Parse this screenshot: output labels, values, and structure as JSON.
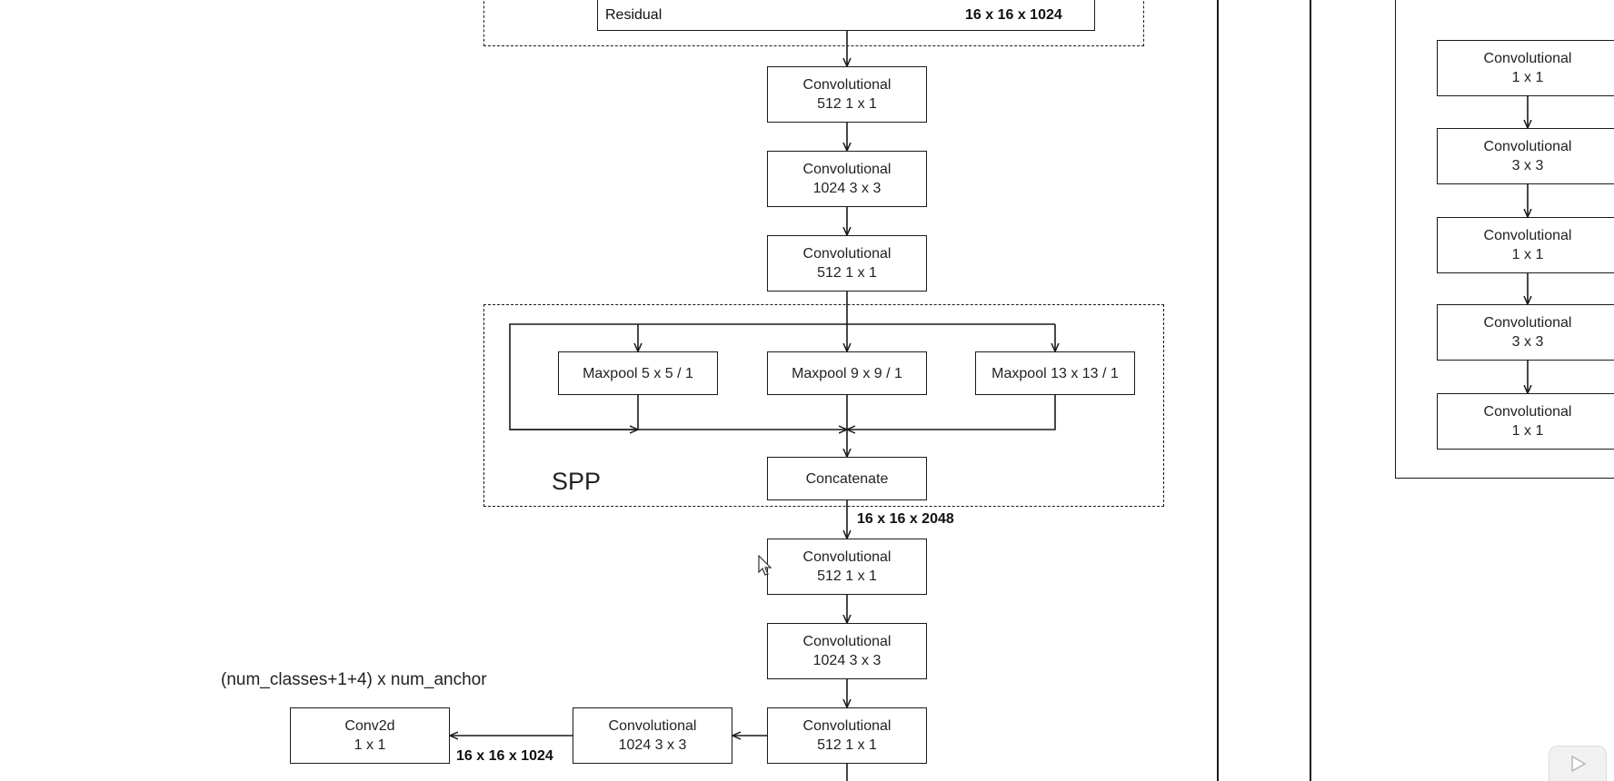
{
  "residual": {
    "label": "Residual",
    "shape": "16 x 16 x 1024"
  },
  "main_column": [
    {
      "id": "conv-a",
      "line1": "Convolutional",
      "line2": "512   1 x 1"
    },
    {
      "id": "conv-b",
      "line1": "Convolutional",
      "line2": "1024   3 x 3"
    },
    {
      "id": "conv-c",
      "line1": "Convolutional",
      "line2": "512   1 x 1"
    }
  ],
  "spp": {
    "label": "SPP",
    "maxpools": [
      "Maxpool  5 x 5 / 1",
      "Maxpool  9 x 9 / 1",
      "Maxpool  13 x 13 / 1"
    ],
    "concat": "Concatenate",
    "output_shape": "16 x 16 x 2048"
  },
  "post_spp": [
    {
      "id": "conv-d",
      "line1": "Convolutional",
      "line2": "512   1 x 1"
    },
    {
      "id": "conv-e",
      "line1": "Convolutional",
      "line2": "1024   3 x 3"
    },
    {
      "id": "conv-f",
      "line1": "Convolutional",
      "line2": "512   1 x 1"
    }
  ],
  "head": {
    "conv": {
      "line1": "Convolutional",
      "line2": "1024   3 x 3"
    },
    "conv2d": {
      "line1": "Conv2d",
      "line2": "1 x 1"
    },
    "shape": "16 x 16 x 1024",
    "output_note": "(num_classes+1+4) x num_anchor"
  },
  "right_column": [
    {
      "line1": "Convolutional",
      "line2": "1 x 1"
    },
    {
      "line1": "Convolutional",
      "line2": "3 x 3"
    },
    {
      "line1": "Convolutional",
      "line2": "1 x 1"
    },
    {
      "line1": "Convolutional",
      "line2": "3 x 3"
    },
    {
      "line1": "Convolutional",
      "line2": "1 x 1"
    }
  ],
  "icons": {
    "cursor": "mouse-pointer-icon",
    "player": "play-icon"
  }
}
